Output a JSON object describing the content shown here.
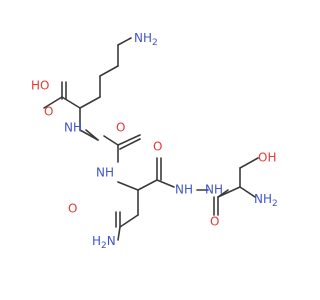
{
  "molecule": {
    "colors": {
      "bond": "#3a3a3a",
      "nitrogen": "#3f55cc",
      "oxygen": "#e53935"
    },
    "atom_labels": {
      "nh2_top": "NH",
      "nh2_top_sub": "2",
      "ho_acid": "HO",
      "o_acid": "O",
      "nh_urea_left": "NH",
      "o_urea": "O",
      "nh_urea_right": "NH",
      "o_amide_top": "O",
      "o_carboxamide": "O",
      "h2n_carboxamide": "H",
      "h2n_carboxamide_sub": "2",
      "h2n_carboxamide_n": "N",
      "nh_hydrazide_left": "NH",
      "nh_hydrazide_right": "NH",
      "oh_serine": "OH",
      "nh2_serine": "NH",
      "nh2_serine_sub": "2",
      "o_serine": "O"
    }
  }
}
